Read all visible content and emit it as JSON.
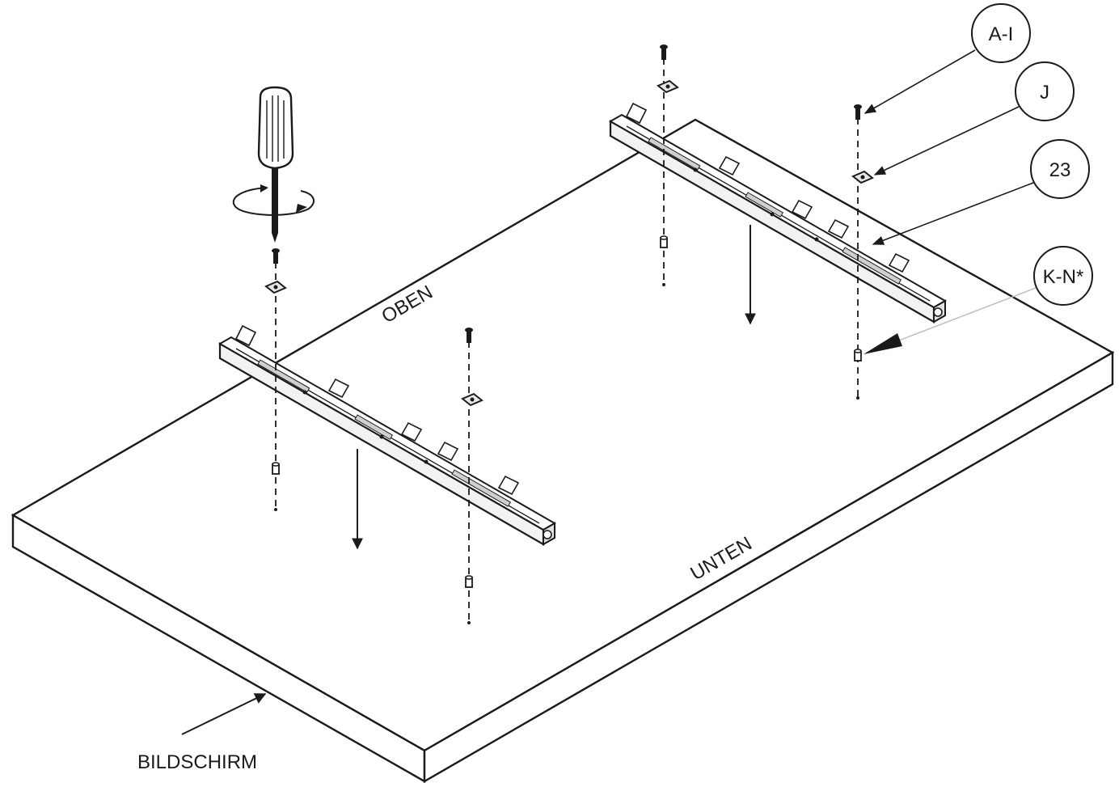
{
  "diagram": {
    "surface_labels": {
      "top": "OBEN",
      "bottom": "UNTEN",
      "screen": "BILDSCHIRM"
    },
    "callouts": [
      {
        "id": "ai",
        "text": "A-I"
      },
      {
        "id": "j",
        "text": "J"
      },
      {
        "id": "p23",
        "text": "23"
      },
      {
        "id": "kn",
        "text": "K-N*"
      }
    ],
    "colors": {
      "line": "#1a1a1a",
      "background": "#ffffff",
      "bracket_fill": "#f4f4f4",
      "callout_leader": "#bbbbbb"
    },
    "icons": [
      "screwdriver-icon",
      "rotation-arrow-icon",
      "mounting-bracket",
      "screw",
      "washer",
      "spacer"
    ]
  }
}
